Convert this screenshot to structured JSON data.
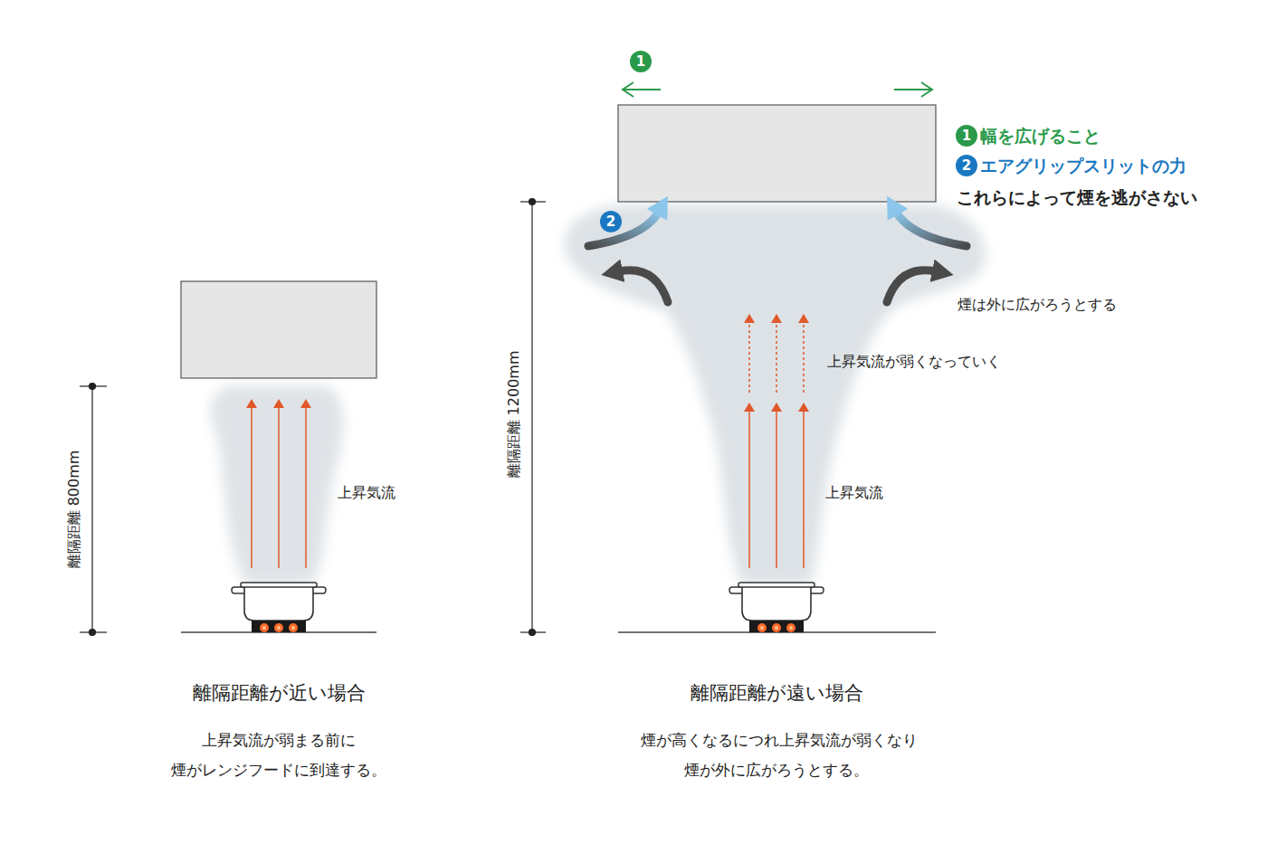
{
  "diagram": {
    "labels": [
      "1",
      "1",
      "幅を広げること",
      "2",
      "エアグリップスリットの力",
      "これらによって煙を逃がさない",
      "2",
      "煙は外に広がろうとする",
      "上昇気流が弱くなっていく",
      "上昇気流",
      "離隔距離 1200mm",
      "離隔距離 800mm",
      "上昇気流",
      "離隔距離が近い場合",
      "上昇気流が弱まる前に 煙がレンジフードに到達する。",
      "離隔距離が遠い場合",
      "煙が高くなるにつれ上昇気流が弱くなり 煙が外に広がろうとする。"
    ]
  }
}
